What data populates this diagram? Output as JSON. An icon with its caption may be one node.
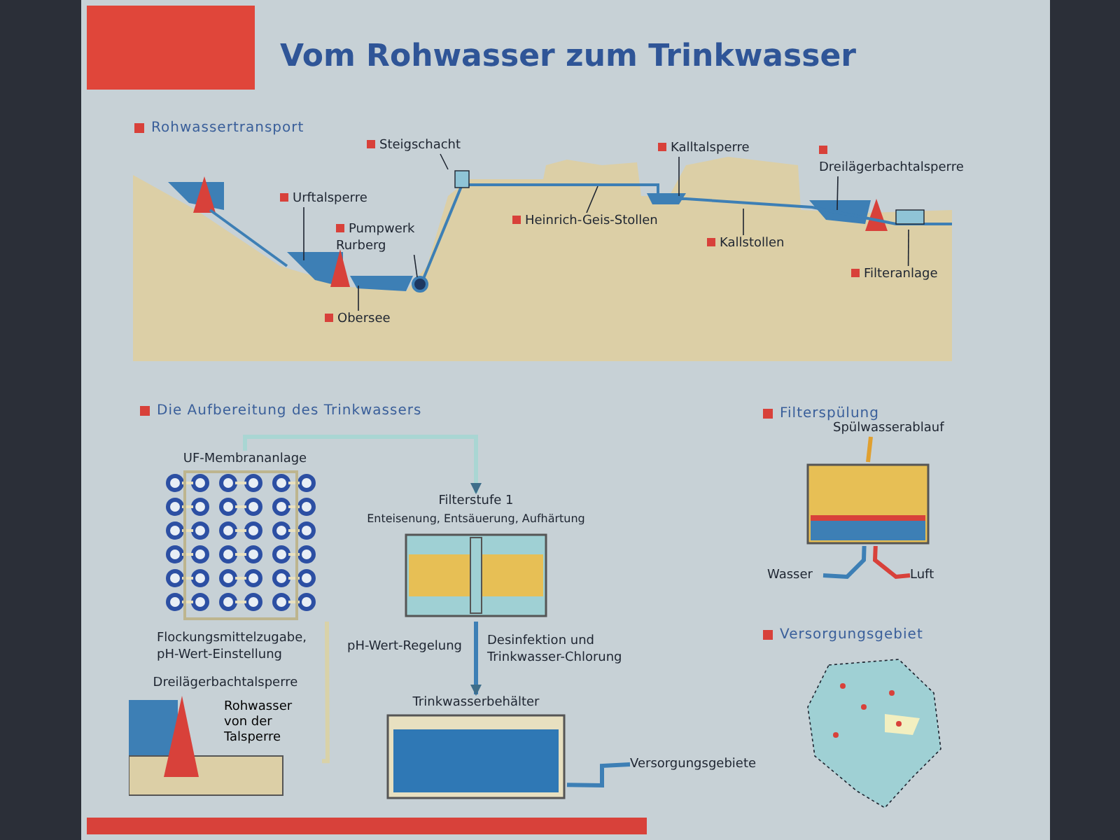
{
  "diagram": {
    "title": "Vom Rohwasser zum Trinkwasser",
    "nodes": [
      {
        "text": [
          "Urftalsperre"
        ]
      },
      {
        "text": [
          "Obersee"
        ]
      },
      {
        "text": [
          "Pumpwerk Rurberg"
        ]
      },
      {
        "text": [
          "Steigschacht"
        ]
      },
      {
        "text": [
          "Heinrich-Geis-Stollen"
        ]
      },
      {
        "text": [
          "Kalltalsperre"
        ]
      },
      {
        "text": [
          "Kallstollen"
        ]
      },
      {
        "text": [
          "Dreilägerbachtalsperre"
        ]
      },
      {
        "text": [
          "Filteranlage"
        ]
      },
      {
        "text": [
          "Dreilägerbachtalsperre"
        ]
      },
      {
        "text": [
          "UF-Membrananlage"
        ]
      },
      {
        "text": [
          "Filterstufe 1",
          "Enteisenung, Entsäuerung, Aufhärtung"
        ]
      },
      {
        "text": [
          "Trinkwasserbehälter"
        ]
      },
      {
        "text": [
          "Versorgungsgebiete"
        ]
      },
      {
        "text": [],
        "shape": "box"
      },
      {
        "text": [
          "Spülwasserablauf"
        ]
      },
      {
        "text": [
          "Wasser"
        ]
      },
      {
        "text": [
          "Luft"
        ]
      },
      {
        "text": [],
        "shape": "picture"
      }
    ],
    "edges": [
      {
        "from": 0,
        "to": null,
        "arrow": "none"
      },
      {
        "from": 1,
        "to": null,
        "arrow": "none"
      },
      {
        "from": 2,
        "to": null,
        "arrow": "none"
      },
      {
        "from": 3,
        "to": null,
        "arrow": "none"
      },
      {
        "from": 4,
        "to": null,
        "arrow": "none"
      },
      {
        "from": 5,
        "to": null,
        "arrow": "none"
      },
      {
        "from": 6,
        "to": null,
        "arrow": "none"
      },
      {
        "from": 7,
        "to": null,
        "arrow": "none"
      },
      {
        "from": 8,
        "to": null,
        "arrow": "none"
      },
      {
        "from": 9,
        "to": 10,
        "arrow": "none",
        "label": "Rohwasser von der Talsperre",
        "style": "thick",
        "color": "#d9d2a8"
      },
      {
        "from": 10,
        "to": 11,
        "arrow": "to",
        "style": "thick",
        "color": "#a9d6d3"
      },
      {
        "from": 11,
        "to": 12,
        "arrow": "to",
        "style": "thick",
        "color": "#3d7fb5"
      },
      {
        "from": 12,
        "to": 13,
        "arrow": "none",
        "style": "thick",
        "color": "#3d7fb5"
      },
      {
        "from": 14,
        "to": 15,
        "arrow": "none",
        "style": "thick",
        "color": "#e0a030"
      },
      {
        "from": 16,
        "to": 14,
        "arrow": "none",
        "style": "thick",
        "color": "#3d7fb5"
      },
      {
        "from": 17,
        "to": 14,
        "arrow": "none",
        "style": "thick",
        "color": "#d8413a"
      }
    ],
    "labels": [
      "Rohwassertransport",
      "Die Aufbereitung des Trinkwassers",
      "Flockungsmittelzugabe, pH-Wert-Einstellung",
      "pH-Wert-Regelung",
      "Desinfektion und Trinkwasser-Chlorung",
      "Filterspülung",
      "Versorgungsgebiet"
    ]
  }
}
